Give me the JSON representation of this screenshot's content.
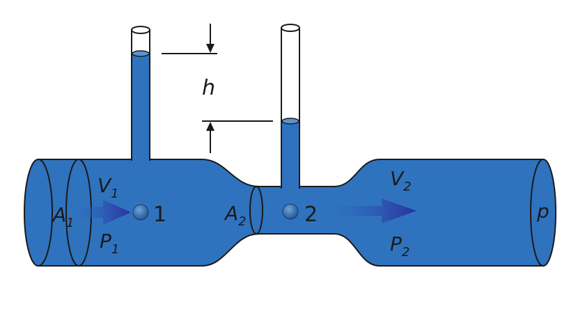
{
  "labels": {
    "h": "h",
    "A1": {
      "main": "A",
      "sub": "1"
    },
    "A2": {
      "main": "A",
      "sub": "2"
    },
    "V1": {
      "main": "V",
      "sub": "1"
    },
    "V2": {
      "main": "V",
      "sub": "2"
    },
    "P1": {
      "main": "P",
      "sub": "1"
    },
    "P2": {
      "main": "P",
      "sub": "2"
    },
    "point1": "1",
    "point2": "2",
    "p": "p"
  },
  "colors": {
    "fluid": "#2f73bf",
    "fluid_dark": "#1f5aa0",
    "outline": "#1a1a1a",
    "arrow": "#2a2fa0",
    "point": "#1f4f8a"
  }
}
